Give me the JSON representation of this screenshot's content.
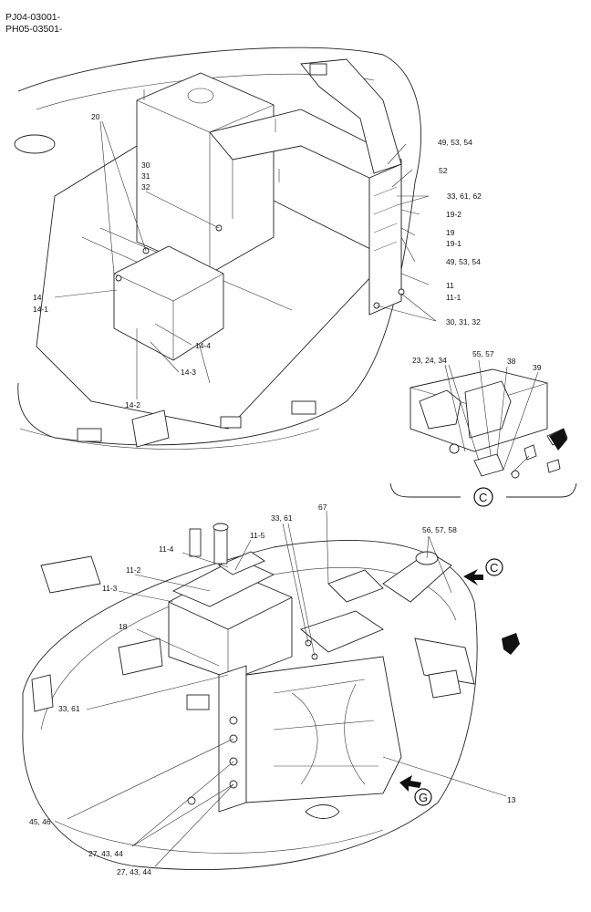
{
  "header": {
    "line1": "PJ04-03001-",
    "line2": "PH05-03501-"
  },
  "callouts": {
    "top": [
      {
        "id": "t20",
        "text": "20"
      },
      {
        "id": "t30",
        "text": "30"
      },
      {
        "id": "t31",
        "text": "31"
      },
      {
        "id": "t32",
        "text": "32"
      },
      {
        "id": "t14",
        "text": "14"
      },
      {
        "id": "t14_1",
        "text": "14-1"
      },
      {
        "id": "t14_4",
        "text": "14-4"
      },
      {
        "id": "t14_3",
        "text": "14-3"
      },
      {
        "id": "t14_2",
        "text": "14-2"
      },
      {
        "id": "t49a",
        "text": "49, 53, 54"
      },
      {
        "id": "t52",
        "text": "52"
      },
      {
        "id": "t33a",
        "text": "33, 61, 62"
      },
      {
        "id": "t19_2",
        "text": "19-2"
      },
      {
        "id": "t19",
        "text": "19"
      },
      {
        "id": "t19_1",
        "text": "19-1"
      },
      {
        "id": "t49b",
        "text": "49, 53, 54"
      },
      {
        "id": "t11",
        "text": "11"
      },
      {
        "id": "t11_1",
        "text": "11-1"
      },
      {
        "id": "t30b",
        "text": "30, 31, 32"
      }
    ],
    "detail": [
      {
        "id": "d23",
        "text": "23, 24, 34"
      },
      {
        "id": "d55",
        "text": "55, 57"
      },
      {
        "id": "d38",
        "text": "38"
      },
      {
        "id": "d39",
        "text": "39"
      }
    ],
    "bottom": [
      {
        "id": "b33",
        "text": "33, 61"
      },
      {
        "id": "b67",
        "text": "67"
      },
      {
        "id": "b56",
        "text": "56, 57, 58"
      },
      {
        "id": "b11_5",
        "text": "11-5"
      },
      {
        "id": "b11_4",
        "text": "11-4"
      },
      {
        "id": "b11_2",
        "text": "11-2"
      },
      {
        "id": "b11_3",
        "text": "11-3"
      },
      {
        "id": "b18",
        "text": "18"
      },
      {
        "id": "b33b",
        "text": "33, 61"
      },
      {
        "id": "b45",
        "text": "45, 46"
      },
      {
        "id": "b27a",
        "text": "27, 43, 44"
      },
      {
        "id": "b27b",
        "text": "27, 43, 44"
      },
      {
        "id": "b13",
        "text": "13"
      }
    ]
  },
  "view_markers": {
    "detail_view": "C",
    "arrow_c": "C",
    "arrow_g": "G"
  }
}
